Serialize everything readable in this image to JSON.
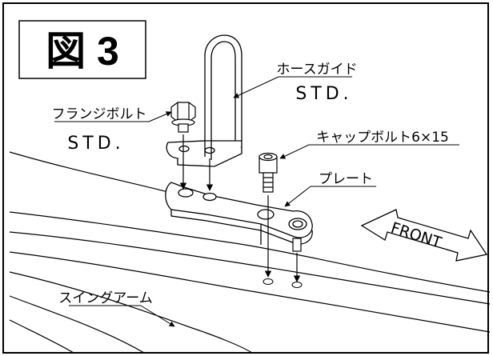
{
  "figure": {
    "title": "図 3"
  },
  "labels": {
    "hose_guide": "ホースガイド",
    "hose_guide_std": "STD.",
    "flange_bolt": "フランジボルト",
    "flange_bolt_std": "STD.",
    "cap_bolt": "キャップボルト6×15",
    "plate": "プレート",
    "front": "FRONT",
    "swing_arm": "スイングアーム"
  }
}
